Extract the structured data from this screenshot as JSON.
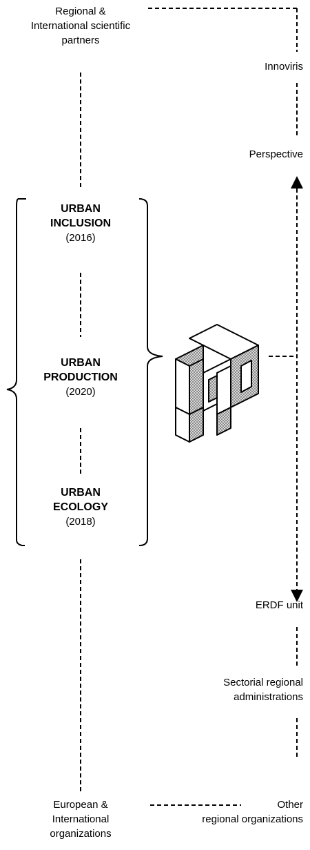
{
  "top_left": {
    "line1": "Regional &",
    "line2": "International scientific",
    "line3": "partners"
  },
  "right": {
    "innoviris": "Innoviris",
    "perspective": "Perspective",
    "erdf": "ERDF unit",
    "sectorial_line1": "Sectorial regional",
    "sectorial_line2": "administrations",
    "other_line1": "Other",
    "other_line2": "regional organizations"
  },
  "bottom_left": {
    "line1": "European &",
    "line2": "International",
    "line3": "organizations"
  },
  "themes": [
    {
      "line1": "URBAN",
      "line2": "INCLUSION",
      "year": "(2016)"
    },
    {
      "line1": "URBAN",
      "line2": "PRODUCTION",
      "year": "(2020)"
    },
    {
      "line1": "URBAN",
      "line2": "ECOLOGY",
      "year": "(2018)"
    }
  ],
  "logo": {
    "icon": "cosmopolis-isometric-logo-icon"
  },
  "arrow": {
    "icon": "double-headed-arrow-icon"
  }
}
